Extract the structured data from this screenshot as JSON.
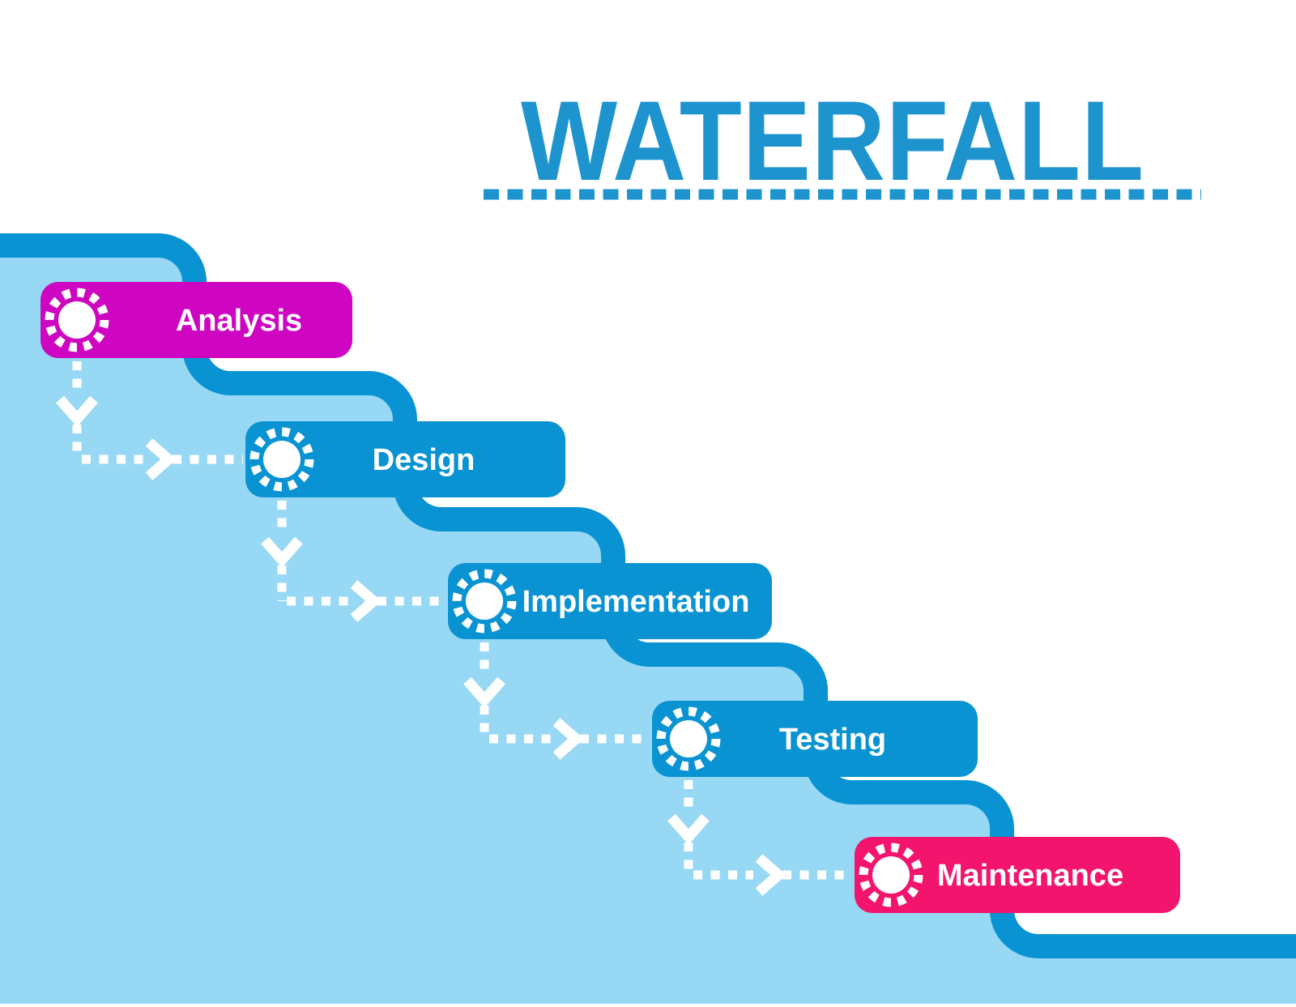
{
  "title": {
    "text": "WATERFALL"
  },
  "colors": {
    "title_blue": "#1e94cf",
    "structure_blue": "#0a93d2",
    "light_blue_fill": "#97d8f5",
    "stage_blue": "#0a93d2",
    "stage_magenta": "#ce06c1",
    "stage_pink": "#f3146e",
    "connector_white": "#ffffff",
    "background": "#ffffff"
  },
  "stages": [
    {
      "label": "Analysis",
      "color": "#ce06c1",
      "icon": "dashed-circle-icon"
    },
    {
      "label": "Design",
      "color": "#0a93d2",
      "icon": "dashed-circle-icon"
    },
    {
      "label": "Implementation",
      "color": "#0a93d2",
      "icon": "dashed-circle-icon"
    },
    {
      "label": "Testing",
      "color": "#0a93d2",
      "icon": "dashed-circle-icon"
    },
    {
      "label": "Maintenance",
      "color": "#f3146e",
      "icon": "dashed-circle-icon"
    }
  ]
}
